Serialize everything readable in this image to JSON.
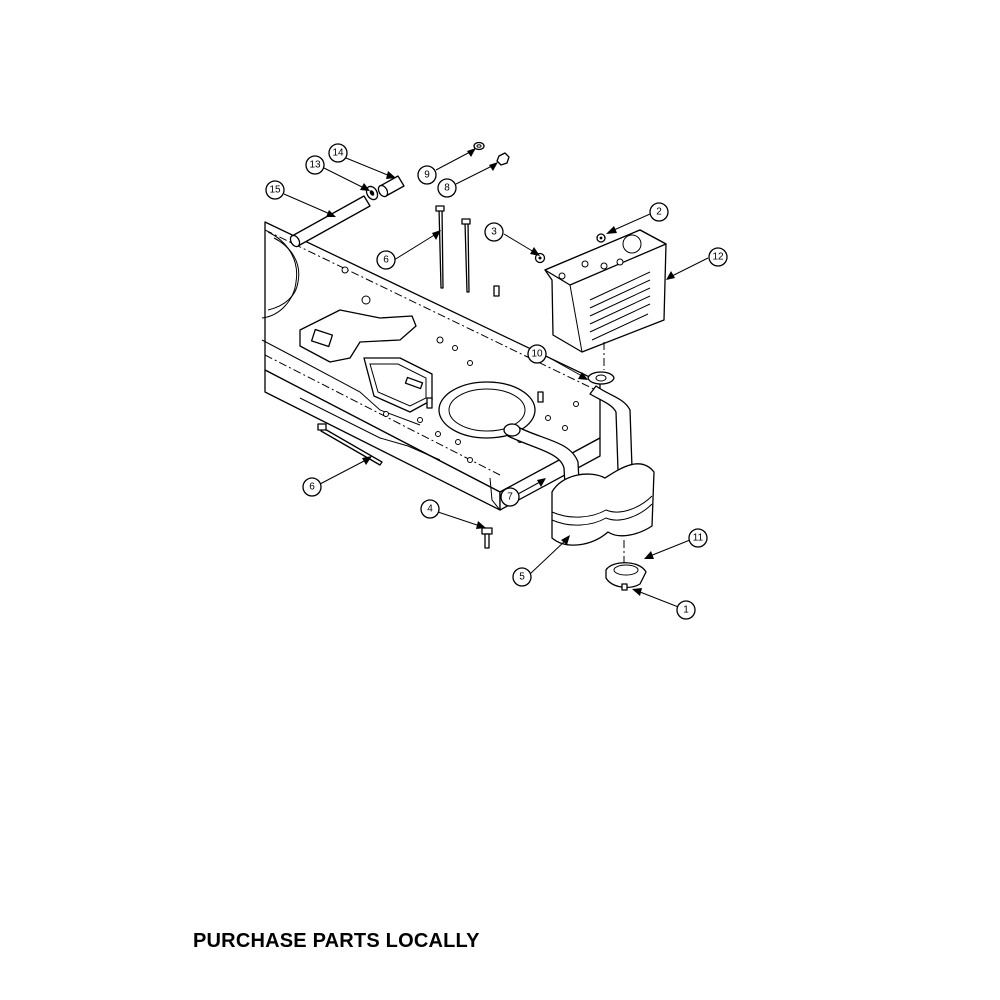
{
  "callouts": [
    {
      "num": "1"
    },
    {
      "num": "2"
    },
    {
      "num": "3"
    },
    {
      "num": "4"
    },
    {
      "num": "5"
    },
    {
      "num": "6"
    },
    {
      "num": "6"
    },
    {
      "num": "7"
    },
    {
      "num": "8"
    },
    {
      "num": "9"
    },
    {
      "num": "10"
    },
    {
      "num": "11"
    },
    {
      "num": "12"
    },
    {
      "num": "13"
    },
    {
      "num": "14"
    },
    {
      "num": "15"
    }
  ],
  "footer": {
    "note": "PURCHASE PARTS LOCALLY"
  }
}
